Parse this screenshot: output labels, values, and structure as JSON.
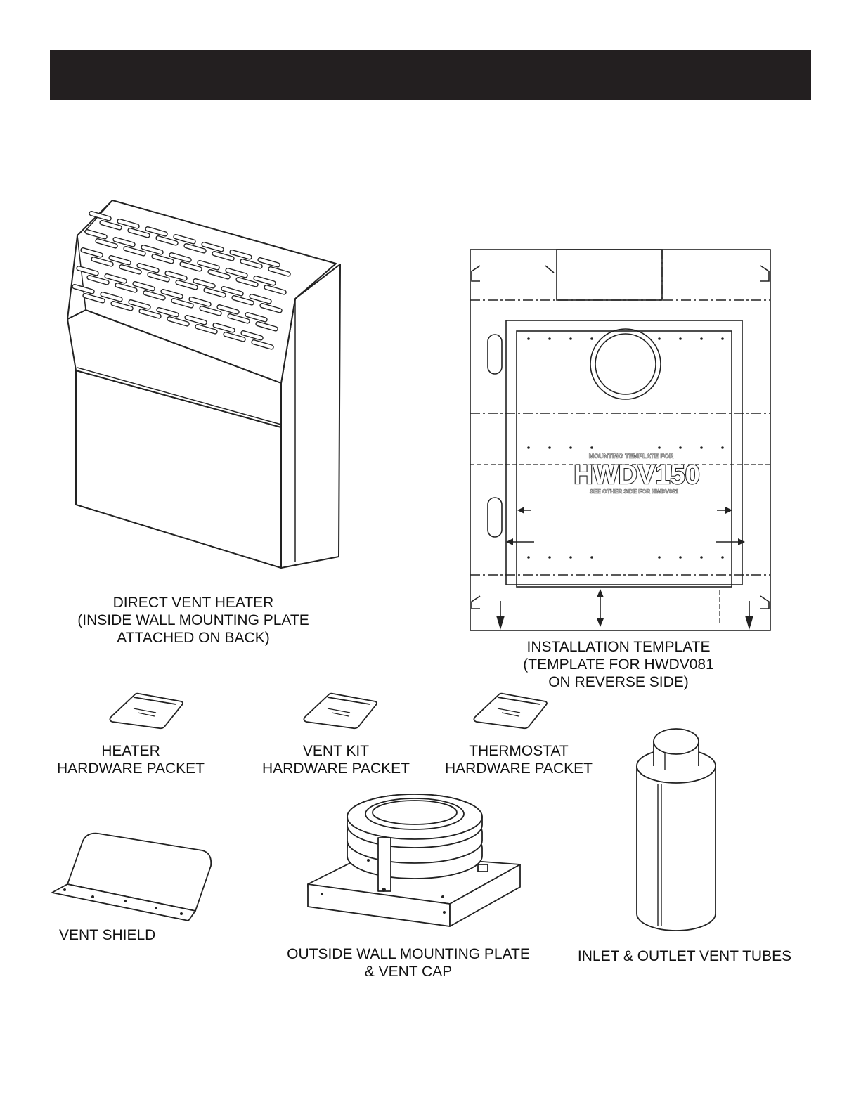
{
  "page": {
    "header_bar_text": ""
  },
  "items": [
    {
      "id": "heater",
      "lines": [
        "DIRECT VENT HEATER",
        "(INSIDE WALL MOUNTING PLATE",
        "ATTACHED ON BACK)"
      ]
    },
    {
      "id": "template",
      "lines": [
        "INSTALLATION TEMPLATE",
        "(TEMPLATE FOR HWDV081",
        "ON REVERSE SIDE)"
      ]
    },
    {
      "id": "heater-packet",
      "lines": [
        "HEATER",
        "HARDWARE PACKET"
      ]
    },
    {
      "id": "vent-kit-packet",
      "lines": [
        "VENT KIT",
        "HARDWARE PACKET"
      ]
    },
    {
      "id": "thermostat-packet",
      "lines": [
        "THERMOSTAT",
        "HARDWARE PACKET"
      ]
    },
    {
      "id": "vent-shield",
      "lines": [
        "VENT SHIELD"
      ]
    },
    {
      "id": "vent-cap",
      "lines": [
        "OUTSIDE WALL MOUNTING PLATE",
        "& VENT CAP"
      ]
    },
    {
      "id": "vent-tubes",
      "lines": [
        "INLET & OUTLET  VENT TUBES"
      ]
    }
  ],
  "template_sheet": {
    "top_text": "MOUNTING TEMPLATE FOR",
    "model": "HWDV150",
    "bottom_text": "SEE OTHER SIDE FOR HWDV081"
  }
}
